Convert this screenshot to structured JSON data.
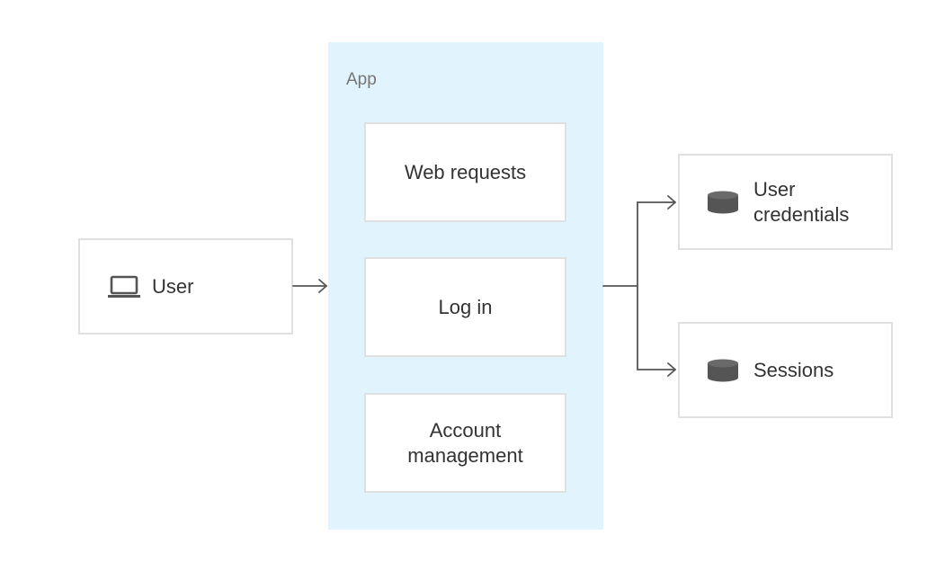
{
  "app": {
    "label": "App",
    "components": [
      {
        "label": "Web requests"
      },
      {
        "label": "Log in"
      },
      {
        "label": "Account\nmanagement"
      }
    ]
  },
  "user": {
    "label": "User",
    "icon": "laptop-icon"
  },
  "databases": [
    {
      "label": "User\ncredentials",
      "icon": "database-icon"
    },
    {
      "label": "Sessions",
      "icon": "database-icon"
    }
  ],
  "colors": {
    "app_background": "#e1f4fd",
    "box_border": "#e0e0e0",
    "connector": "#555555",
    "icon": "#555555"
  }
}
